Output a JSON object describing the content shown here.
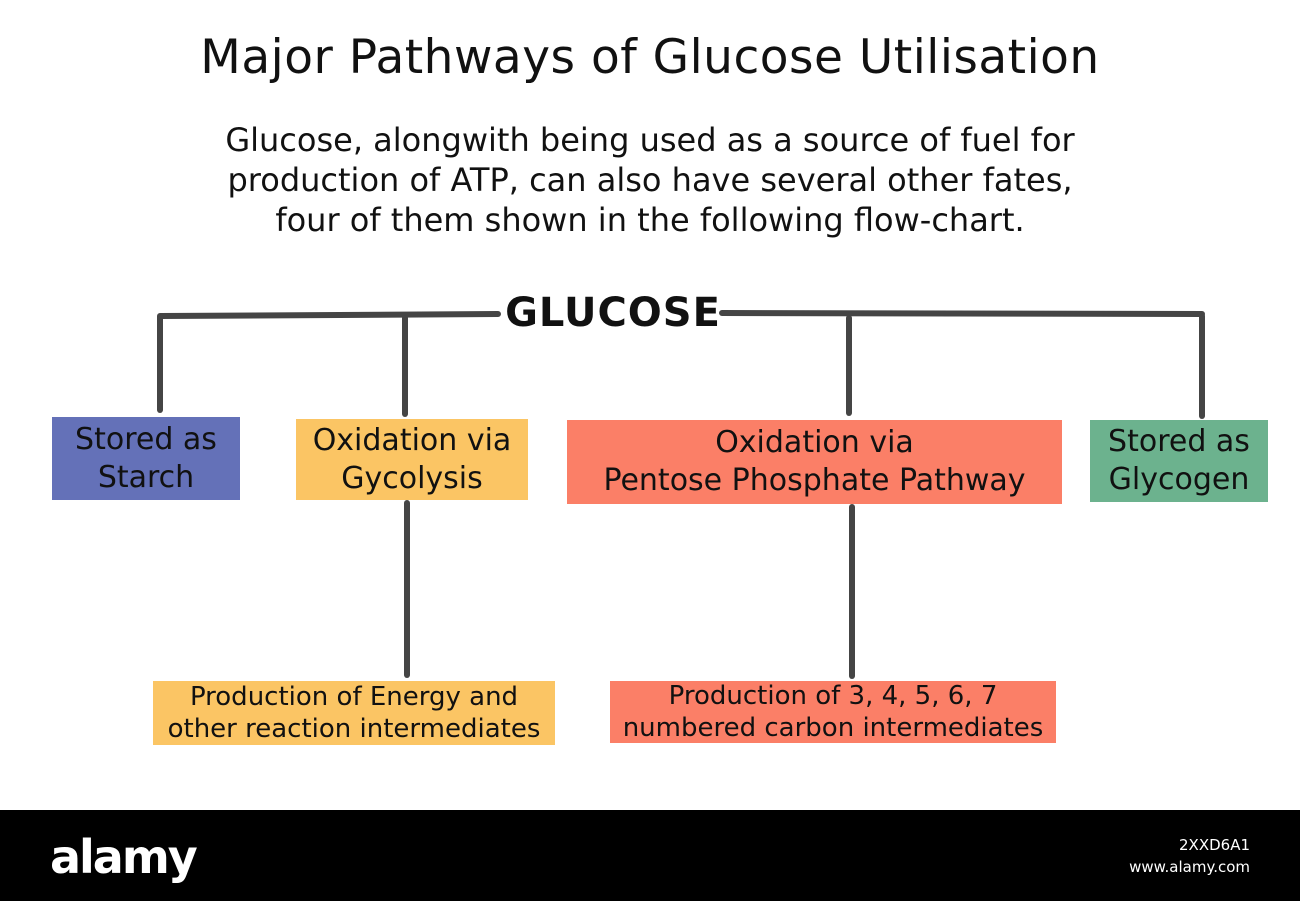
{
  "title": "Major Pathways of Glucose Utilisation",
  "intro": {
    "lines": [
      "Glucose, alongwith being used as a source of fuel for",
      "production of ATP, can also have several other fates,",
      "four of them shown in the following flow-chart."
    ]
  },
  "root": {
    "label": "GLUCOSE"
  },
  "branches": [
    {
      "lines": [
        "Stored as",
        "Starch"
      ],
      "color": "#6471b8"
    },
    {
      "lines": [
        "Oxidation via",
        "Gycolysis"
      ],
      "color": "#fbc564"
    },
    {
      "lines": [
        "Oxidation via",
        "Pentose Phosphate Pathway"
      ],
      "color": "#fb7f67"
    },
    {
      "lines": [
        "Stored as",
        "Glycogen"
      ],
      "color": "#6cb28e"
    }
  ],
  "outcomes": [
    {
      "lines": [
        "Production of Energy and",
        "other reaction intermediates"
      ],
      "color": "#fbc564"
    },
    {
      "lines": [
        "Production of 3, 4, 5, 6, 7",
        "numbered carbon intermediates"
      ],
      "color": "#fb7f67"
    }
  ],
  "connector_color": "#454545",
  "watermark": {
    "brand": "alamy",
    "image_id": "2XXD6A1",
    "url": "www.alamy.com"
  }
}
